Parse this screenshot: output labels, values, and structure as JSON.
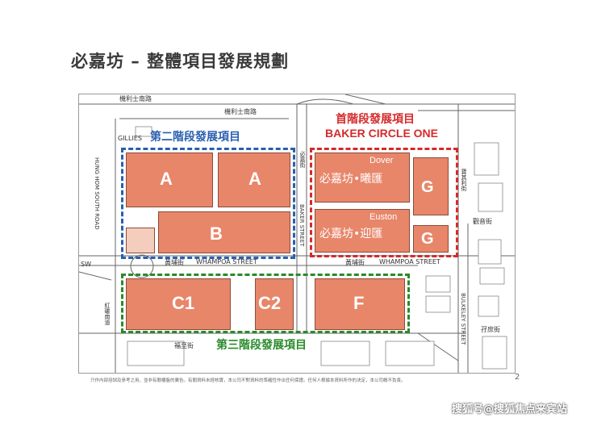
{
  "page": {
    "title": "必嘉坊 – 整體項目發展規劃",
    "page_number": "2",
    "footnote": "只作內部培訓及參考之用，並非有關樓盤的廣告。有關資料未經核實，本公司不對資料的準確性作出任何保證。任何人根據本資料所作的決定，本公司概不負責。",
    "watermark": "搜狐号@搜狐焦点来宾站"
  },
  "phases": {
    "phase1": {
      "title_cn": "首階段發展項目",
      "title_en": "BAKER CIRCLE ONE",
      "color": "#d42a2a"
    },
    "phase2": {
      "title_cn": "第二階段發展項目",
      "color": "#2a5fb0"
    },
    "phase3": {
      "title_cn": "第三階段發展項目",
      "color": "#2a8a2a"
    }
  },
  "developments": {
    "dover": {
      "en": "Dover",
      "cn": "必嘉坊•曦匯"
    },
    "euston": {
      "en": "Euston",
      "cn": "必嘉坊•迎匯"
    }
  },
  "lots": {
    "a1": "A",
    "a2": "A",
    "b": "B",
    "c1": "C1",
    "c2": "C2",
    "f": "F",
    "g1": "G",
    "g2": "G"
  },
  "streets": {
    "kelsey_1": "機利士南路",
    "kelsey_2": "機利士南路",
    "gillies": "GILLIES",
    "hung_hom_road": "HUNG HOM SOUTH ROAD",
    "baker_cn": "必嘉街",
    "baker_en": "BAKER STREET",
    "whampoa_cn_1": "黃埔街",
    "whampoa_en_1": "WHAMPOA STREET",
    "whampoa_cn_2": "黃埔街",
    "whampoa_en_2": "WHAMPOA STREET",
    "bulkeley_cn": "寶其利街",
    "bulkeley_en": "BULKELEY STREET",
    "kun_yam": "觀音街",
    "chi_kiang": "紅磡南道",
    "fuk_chi": "福至街",
    "fu_tan": "孖庶街",
    "sw": "SW"
  },
  "colors": {
    "block_fill": "#e8866a",
    "block_border": "#8a4c3c"
  }
}
